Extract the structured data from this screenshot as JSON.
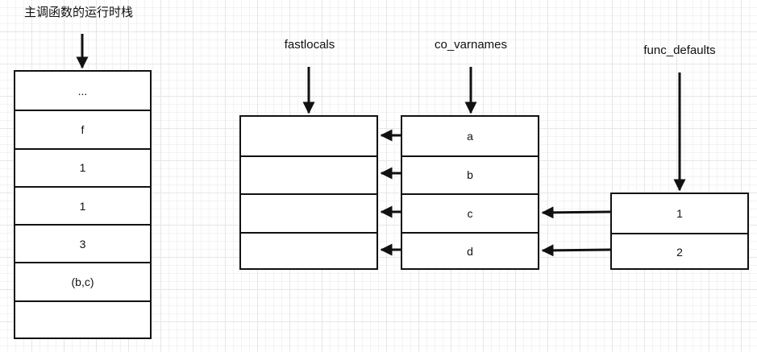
{
  "stack": {
    "title": "主调函数的运行时栈",
    "cells": [
      "...",
      "f",
      "1",
      "1",
      "3",
      "(b,c)",
      ""
    ]
  },
  "fastlocals": {
    "title": "fastlocals",
    "cells": [
      "",
      "",
      "",
      ""
    ]
  },
  "co_varnames": {
    "title": "co_varnames",
    "cells": [
      "a",
      "b",
      "c",
      "d"
    ]
  },
  "func_defaults": {
    "title": "func_defaults",
    "cells": [
      "1",
      "2"
    ]
  },
  "colors": {
    "stroke": "#111111",
    "grid": "#e6e6e6",
    "background": "#ffffff"
  }
}
